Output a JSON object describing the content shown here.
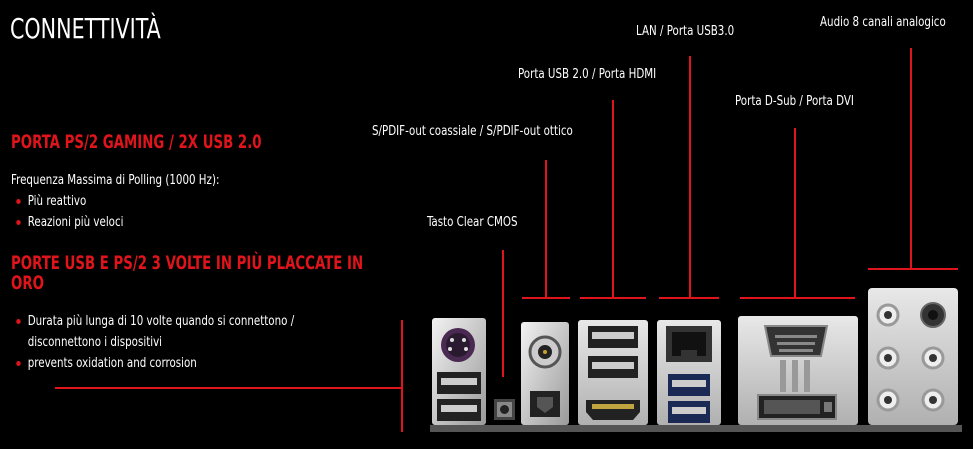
{
  "page": {
    "title": "CONNETTIVITÀ"
  },
  "section1": {
    "heading": "PORTA PS/2 GAMING / 2X USB 2.0",
    "intro": "Frequenza Massima di Polling (1000 Hz):",
    "bullets": [
      "Più reattivo",
      "Reazioni più veloci"
    ]
  },
  "section2": {
    "heading_line1": "PORTE USB E PS/2 3 VOLTE IN PIÙ PLACCATE IN",
    "heading_line2": "ORO",
    "bullets": [
      {
        "line1": "Durata più lunga di 10 volte quando si connettono /",
        "line2": "disconnettono i dispositivi"
      },
      {
        "line1": "prevents oxidation and corrosion",
        "line2": ""
      }
    ]
  },
  "callouts": {
    "clear_cmos": "Tasto Clear CMOS",
    "spdif": "S/PDIF-out coassiale / S/PDIF-out ottico",
    "usb2_hdmi": "Porta USB 2.0 / Porta HDMI",
    "lan_usb3": "LAN / Porta USB3.0",
    "dsub_dvi": "Porta D-Sub / Porta DVI",
    "audio": "Audio 8 canali analogico"
  },
  "colors": {
    "accent": "#e0141b",
    "background": "#000000",
    "text": "#ffffff"
  }
}
